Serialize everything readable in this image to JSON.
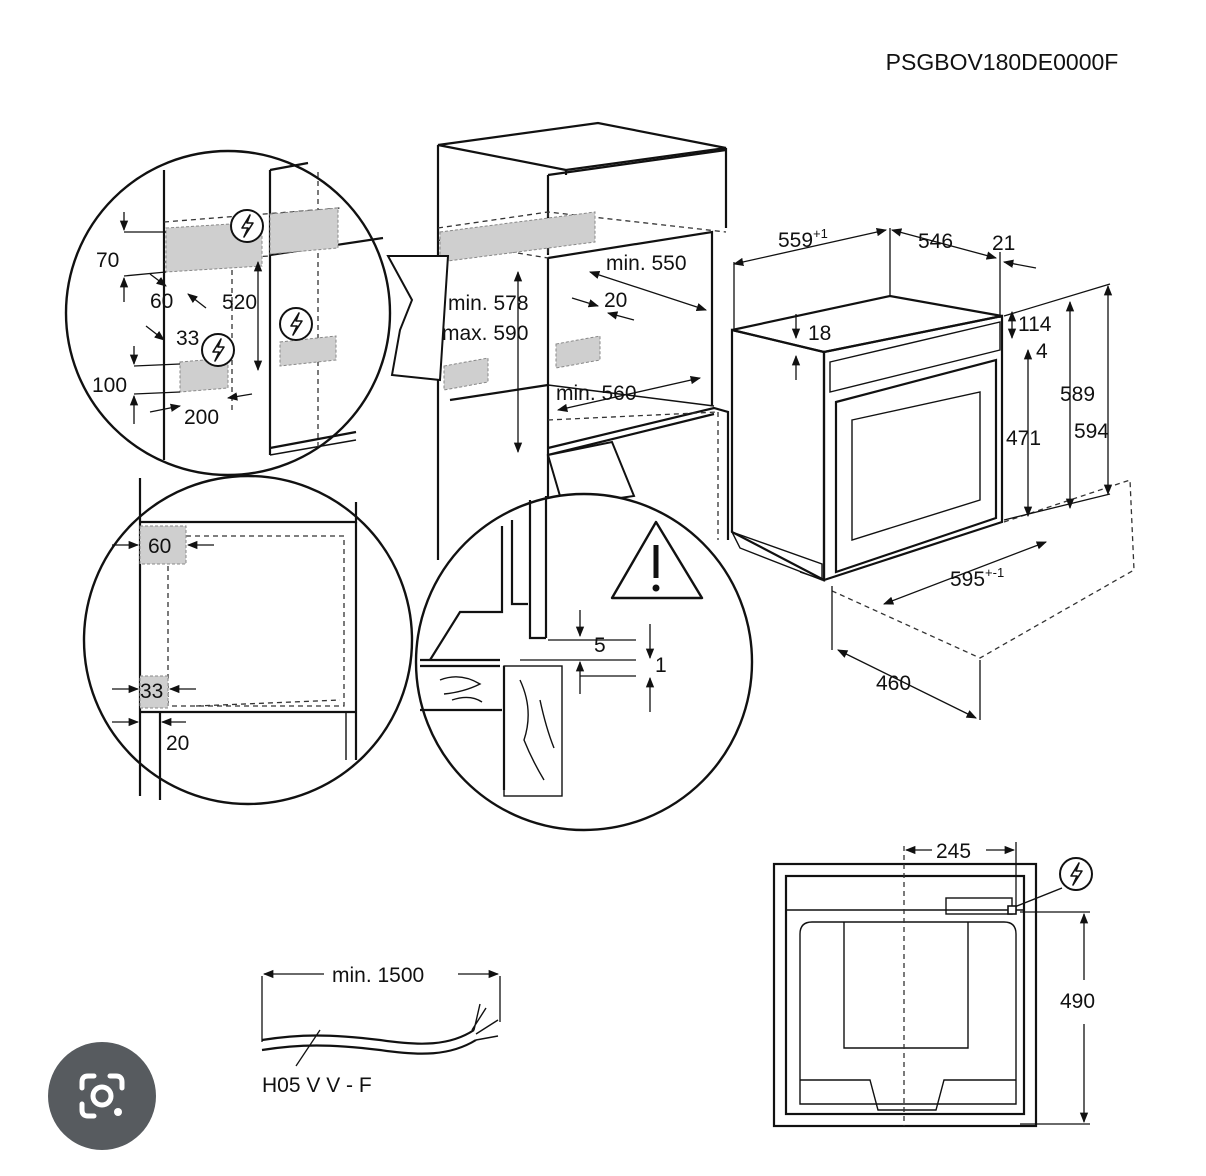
{
  "model_code": "PSGBOV180DE0000F",
  "icons": {
    "power": "electric-hazard-icon",
    "warning": "warning-triangle-icon",
    "lens": "google-lens-icon"
  },
  "detail_top": {
    "d70": "70",
    "d60": "60",
    "d520": "520",
    "d33": "33",
    "d100": "100",
    "d200": "200"
  },
  "cabinet": {
    "min578": "min. 578",
    "max590": "max. 590",
    "min550": "min. 550",
    "d20": "20",
    "min560": "min. 560"
  },
  "detail_bottom_left": {
    "d60": "60",
    "d33": "33",
    "d20": "20"
  },
  "detail_bottom_mid": {
    "d5": "5",
    "d1": "1"
  },
  "oven": {
    "d559": "559",
    "d559_sup": "+1",
    "d546": "546",
    "d21": "21",
    "d18": "18",
    "d114": "114",
    "d4": "4",
    "d471": "471",
    "d589": "589",
    "d594": "594",
    "d595": "595",
    "d595_sup": "+-1",
    "d460": "460"
  },
  "cable": {
    "length": "min. 1500",
    "type": "H05 V V - F"
  },
  "back_view": {
    "d245": "245",
    "d490": "490"
  }
}
